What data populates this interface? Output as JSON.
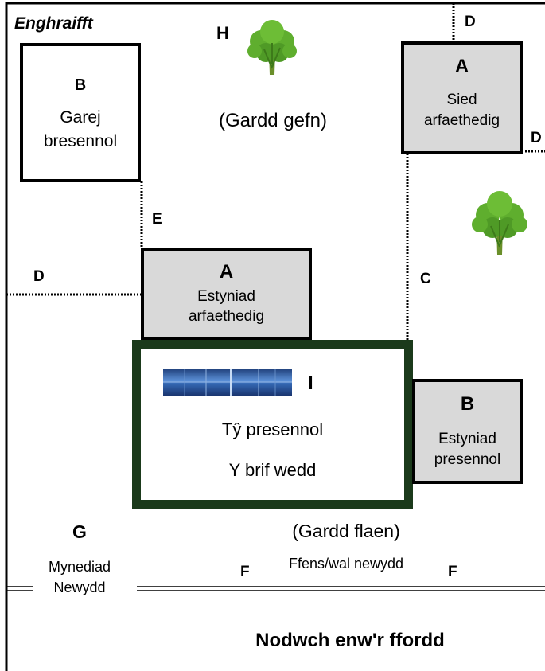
{
  "title": "Enghraifft",
  "labels": {
    "h": "H",
    "garden_back": "(Gardd gefn)",
    "garage_letter": "B",
    "garage_line1": "Garej",
    "garage_line2": "bresennol",
    "shed_letter": "A",
    "shed_line1": "Sied",
    "shed_line2": "arfaethedig",
    "d_top": "D",
    "d_right": "D",
    "d_left": "D",
    "e": "E",
    "c": "C",
    "ext_prop_letter": "A",
    "ext_prop_line1": "Estyniad",
    "ext_prop_line2": "arfaethedig",
    "i": "I",
    "house_line1": "Tŷ presennol",
    "house_line2": "Y brif wedd",
    "ext_exist_letter": "B",
    "ext_exist_line1": "Estyniad",
    "ext_exist_line2": "presennol",
    "g": "G",
    "access_line1": "Mynediad",
    "access_line2": "Newydd",
    "garden_front": "(Gardd flaen)",
    "fence": "Ffens/wal newydd",
    "f_left": "F",
    "f_right": "F",
    "road": "Nodwch enw'r ffordd"
  },
  "icons": {
    "tree_top": "tree-icon",
    "tree_right": "tree-icon",
    "solar": "solar-panel-icon"
  },
  "colors": {
    "house_border": "#1b3a1b",
    "grey_fill": "#d9d9d9",
    "tree_green": "#5fae2e",
    "tree_trunk": "#6a8f2a",
    "solar_blue": "#2f5fa8"
  }
}
